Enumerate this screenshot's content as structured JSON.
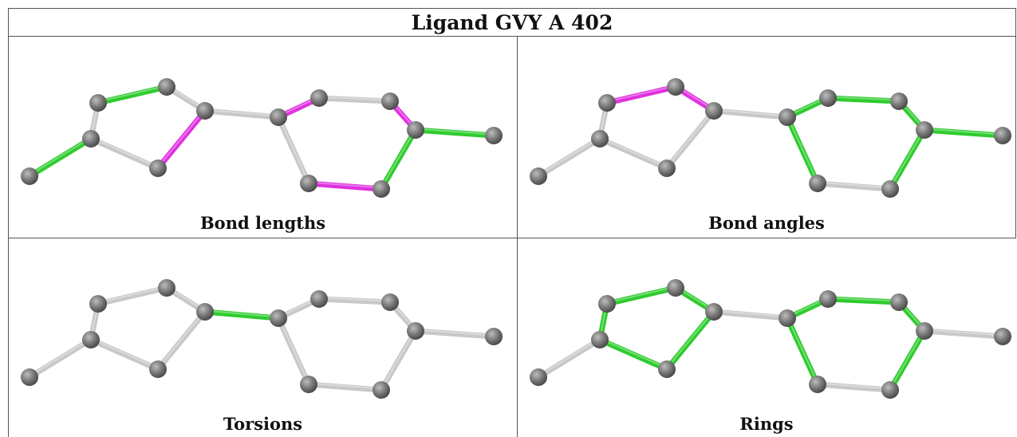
{
  "title": "Ligand GVY A 402",
  "colors": {
    "atom": "#7b7b7b",
    "default_bond": "#c8c8c8",
    "green_bond": "#2ecc2e",
    "magenta_bond": "#e030e0"
  },
  "panels": [
    {
      "caption": "Bond lengths",
      "highlights": {
        "green": [
          "a1-a2",
          "a4-a0",
          "a9-a10",
          "a10-a11",
          "a10-a12"
        ],
        "magenta": [
          "a3-a5",
          "a5-a6",
          "a6-a7",
          "a8-a9",
          "a6-a11",
          "a3-a4"
        ]
      }
    },
    {
      "caption": "Bond angles",
      "highlights": {
        "green": [
          "a6-a7",
          "a7-a8",
          "a8-a9",
          "a9-a10",
          "a10-a11",
          "a11-a6",
          "a9-a12"
        ],
        "magenta": [
          "a1-a2",
          "a2-a3"
        ]
      }
    },
    {
      "caption": "Torsions",
      "highlights": {
        "green": [
          "a3-a6"
        ],
        "magenta": []
      }
    },
    {
      "caption": "Rings",
      "highlights": {
        "green": [
          "a1-a2",
          "a2-a3",
          "a3-a4",
          "a4-a5",
          "a5-a1",
          "a6-a7",
          "a7-a8",
          "a8-a9",
          "a9-a10",
          "a10-a11",
          "a11-a6"
        ],
        "magenta": []
      }
    }
  ]
}
